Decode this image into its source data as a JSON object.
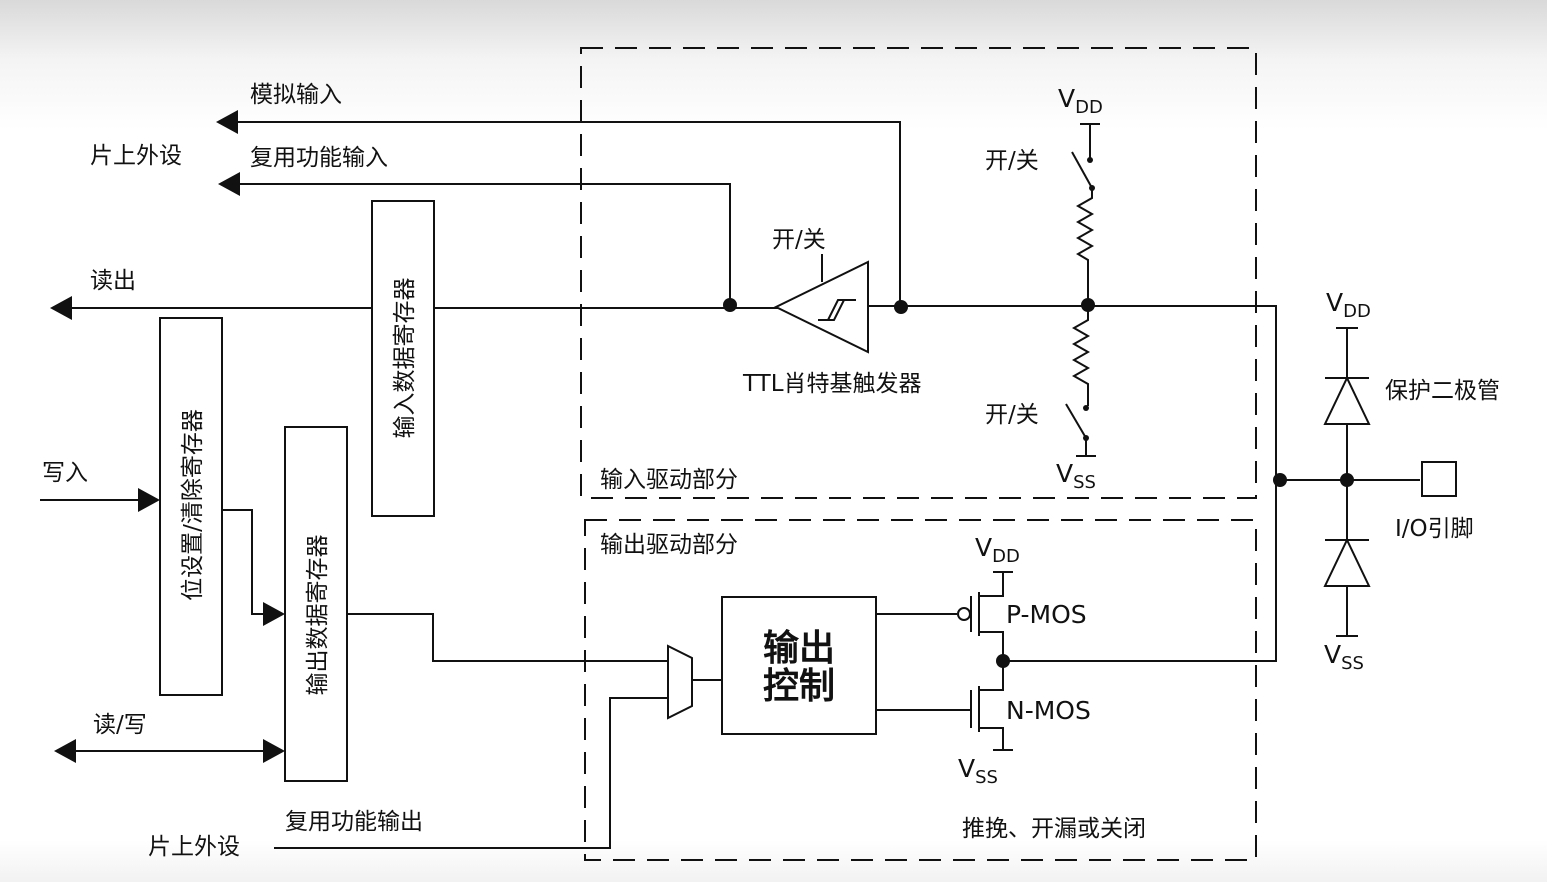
{
  "labels": {
    "analog_input": "模拟输入",
    "onchip_peripheral_top": "片上外设",
    "alt_func_input": "复用功能输入",
    "read_out": "读出",
    "write_in": "写入",
    "read_write": "读/写",
    "alt_func_output": "复用功能输出",
    "onchip_peripheral_bottom": "片上外设",
    "input_data_register": "输入数据寄存器",
    "bit_set_reset_register": "位设置/清除寄存器",
    "output_data_register": "输出数据寄存器",
    "output_control_line1": "输出",
    "output_control_line2": "控制",
    "switch_trigger": "开/关",
    "switch_pullup": "开/关",
    "switch_pulldown": "开/关",
    "schmitt_trigger": "TTL肖特基触发器",
    "input_driver": "输入驱动部分",
    "output_driver": "输出驱动部分",
    "pmos": "P-MOS",
    "nmos": "N-MOS",
    "mode": "推挽、开漏或关闭",
    "protection_diode": "保护二极管",
    "io_pin": "I/O引脚",
    "vdd_main": "V",
    "vdd_main_sub": "DD",
    "vss_main": "V",
    "vss_main_sub": "SS",
    "vdd_mos": "V",
    "vdd_mos_sub": "DD",
    "vss_mos": "V",
    "vss_mos_sub": "SS",
    "vdd_diode": "V",
    "vdd_diode_sub": "DD",
    "vss_diode": "V",
    "vss_diode_sub": "SS"
  }
}
